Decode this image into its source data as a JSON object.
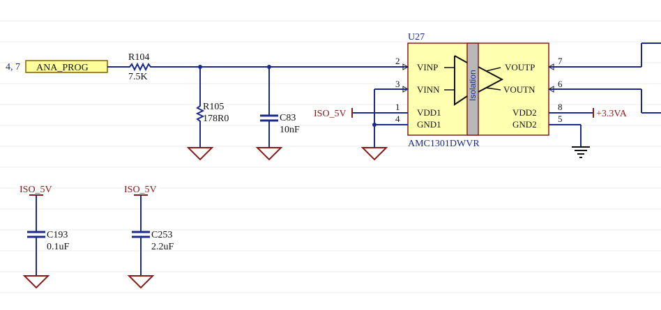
{
  "schematic": {
    "net_port": {
      "ref": "4, 7",
      "label": "ANA_PROG"
    },
    "r104": {
      "ref": "R104",
      "value": "7.5K"
    },
    "r105": {
      "ref": "R105",
      "value": "178R0"
    },
    "c83": {
      "ref": "C83",
      "value": "10nF"
    },
    "u27": {
      "ref": "U27",
      "part": "AMC1301DWVR",
      "isolation_label": "Isolation",
      "pins_left": [
        {
          "num": "2",
          "name": "VINP"
        },
        {
          "num": "3",
          "name": "VINN"
        },
        {
          "num": "1",
          "name": "VDD1"
        },
        {
          "num": "4",
          "name": "GND1"
        }
      ],
      "pins_right": [
        {
          "num": "7",
          "name": "VOUTP"
        },
        {
          "num": "6",
          "name": "VOUTN"
        },
        {
          "num": "8",
          "name": "VDD2"
        },
        {
          "num": "5",
          "name": "GND2"
        }
      ]
    },
    "power": {
      "iso_left": "ISO_5V",
      "plus33": "+3.3VA",
      "iso_c193": "ISO_5V",
      "iso_c253": "ISO_5V"
    },
    "c193": {
      "ref": "C193",
      "value": "0.1uF"
    },
    "c253": {
      "ref": "C253",
      "value": "2.2uF"
    }
  }
}
